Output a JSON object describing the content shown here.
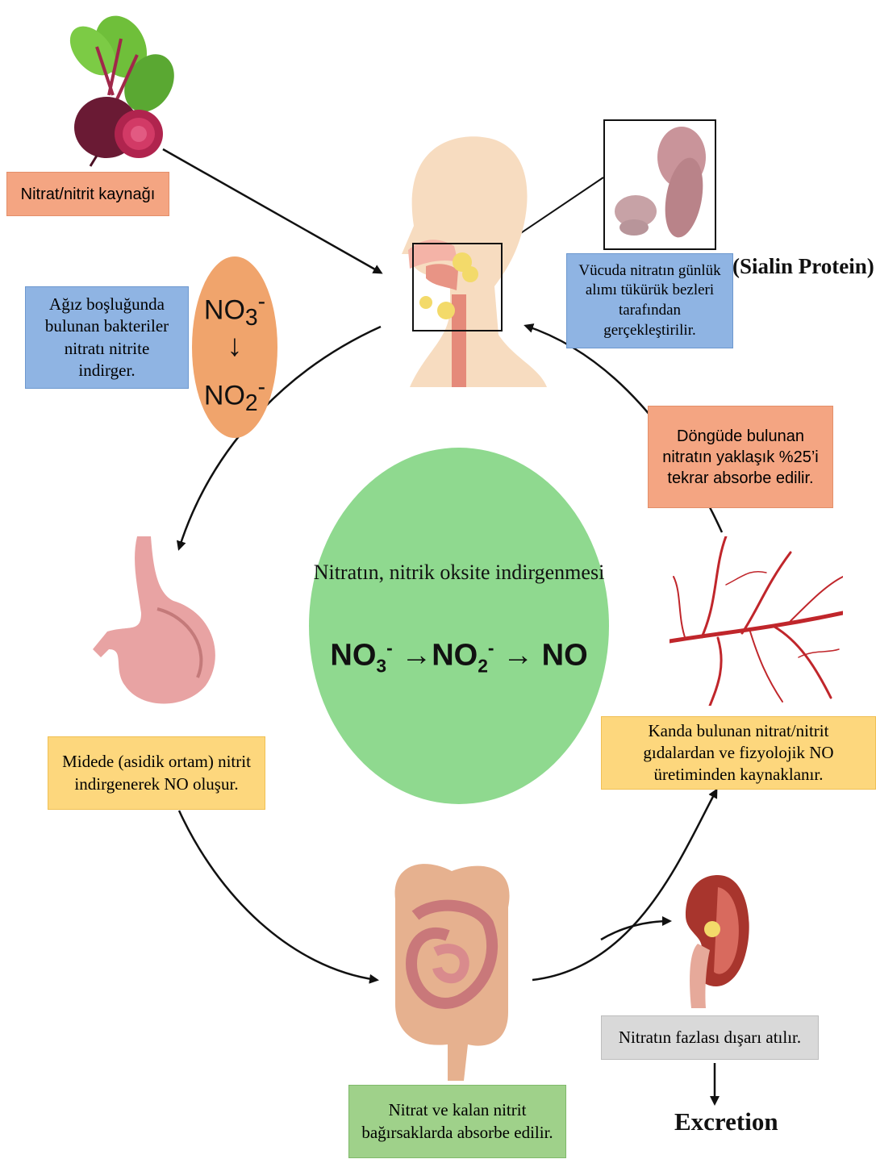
{
  "labels": {
    "source": "Nitrat/nitrit kaynağı",
    "mouth_bacteria": "Ağız boşluğunda bulunan bakteriler nitratı nitrite indirger.",
    "salivary": "Vücuda nitratın günlük alımı tükürük bezleri tarafından gerçekleştirilir.",
    "sialin": "(Sialin Protein)",
    "reabsorb": "Döngüde bulunan nitratın yaklaşık %25’i tekrar absorbe edilir.",
    "stomach": "Midede (asidik ortam) nitrit indirgenerek NO oluşur.",
    "blood": "Kanda bulunan nitrat/nitrit gıdalardan ve fizyolojik NO üretiminden kaynaklanır.",
    "intestine": "Nitrat ve kalan nitrit bağırsaklarda absorbe edilir.",
    "excess": "Nitratın fazlası dışarı atılır.",
    "excretion": "Excretion"
  },
  "center": {
    "title": "Nitratın, nitrik oksite indirgenmesi",
    "no3": "NO",
    "no3_sub": "3",
    "no3_sup": "-",
    "no2": "NO",
    "no2_sub": "2",
    "no2_sup": "-",
    "no": "NO",
    "arrow": "→"
  },
  "oval": {
    "top": "NO",
    "top_sub": "3",
    "top_sup": "-",
    "bottom": "NO",
    "bottom_sub": "2",
    "bottom_sup": "-",
    "arrow": "↓"
  },
  "colors": {
    "orange_box": "#f4a582",
    "blue_box": "#8fb4e3",
    "yellow_box": "#fdd77d",
    "green_box": "#9fd18a",
    "gray_box": "#d9d9d9",
    "center_circle": "#8fd98f",
    "oval": "#f0a46c"
  }
}
